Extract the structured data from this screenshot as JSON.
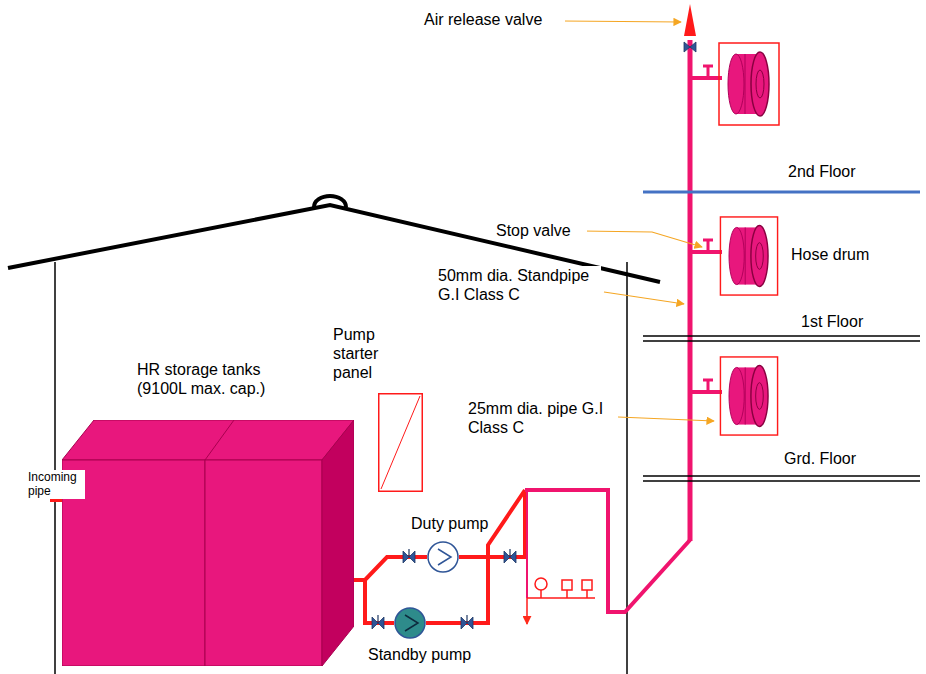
{
  "diagram": {
    "nodes": [
      {
        "text": [
          "HR storage tanks (9100L max. cap.)"
        ]
      },
      {
        "text": [
          "Pump starter panel"
        ]
      },
      {
        "text": [
          "Duty pump"
        ]
      },
      {
        "text": [
          "Standby pump"
        ]
      }
    ],
    "edges": [
      {
        "from": 0,
        "to": 2,
        "arrow": "none"
      },
      {
        "from": 0,
        "to": 3,
        "arrow": "none"
      }
    ],
    "labels": [
      "Air release valve",
      "2nd Floor",
      "Stop valve",
      "Hose drum",
      "50mm dia. Standpipe G.I Class C",
      "1st Floor",
      "25mm dia. pipe G.I Class C",
      "Grd. Floor",
      "Incoming pipe"
    ]
  }
}
